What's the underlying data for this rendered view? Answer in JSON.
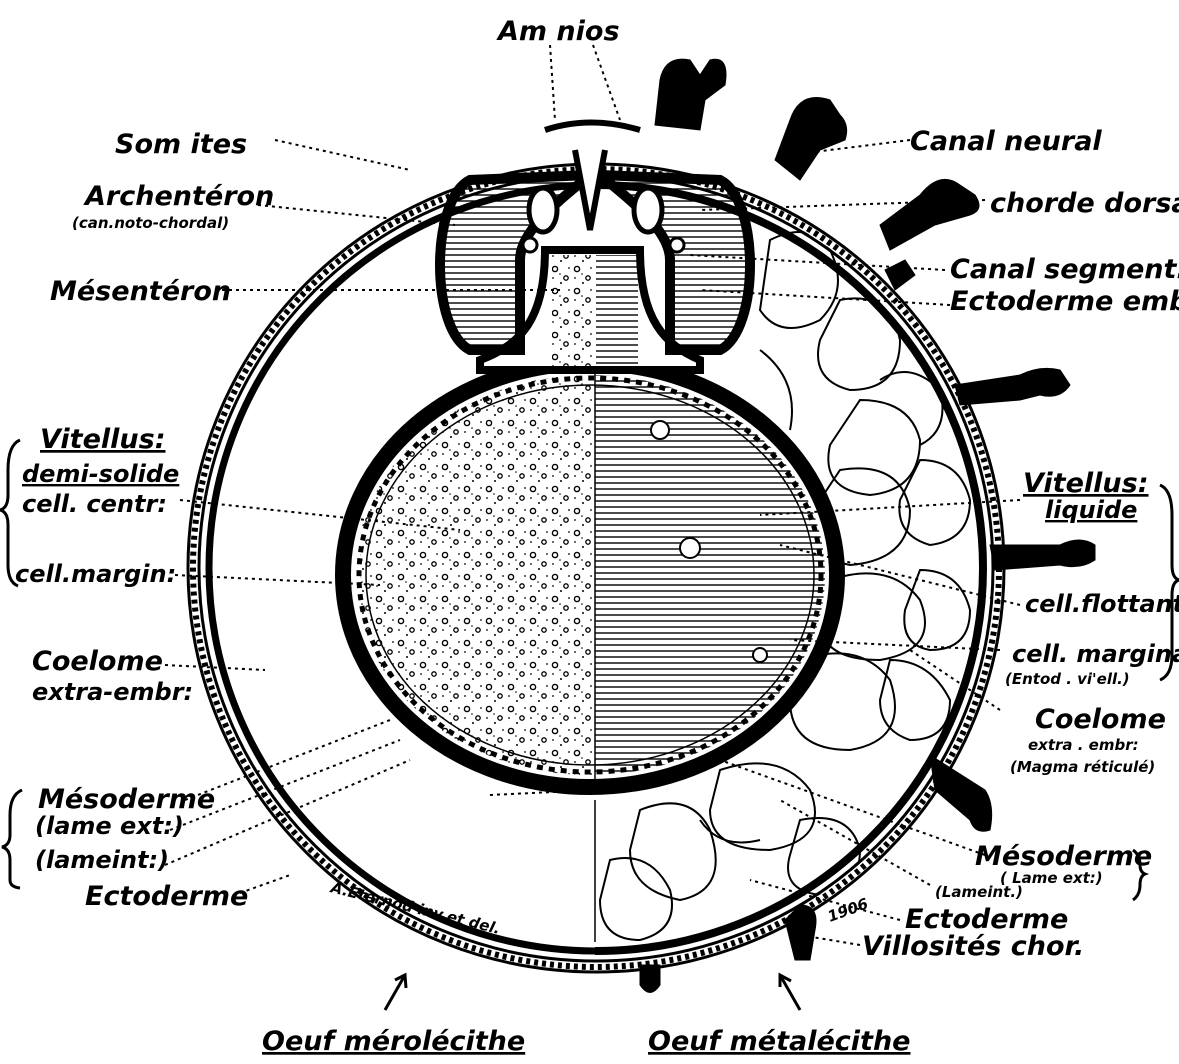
{
  "labels_left": {
    "amnios": "Am nios",
    "somites": "Som    ites",
    "archenteron": "Archentéron",
    "archenteron_sub": "(can.noto-chordal)",
    "mesenteron": "Mésentéron",
    "vitellus_left": "Vitellus:",
    "demi_solide": "demi-solide",
    "cell_centr": "cell. centr:",
    "cell_margin": "cell.margin:",
    "coelome_left": "Coelome",
    "coelome_left_sub": "extra-embr:",
    "mesoderme_left": "Mésoderme",
    "lame_ext_left": "(lame ext:)",
    "lame_int_left": "(lameint:)",
    "ectoderme_left": "Ectoderme"
  },
  "labels_right": {
    "canal_neural": "Canal neural",
    "chorde_dorsale": "chorde dorsale",
    "canal_segment": "Canal segment:",
    "ectoderme_embr": "Ectoderme embr:",
    "vitellus_right": "Vitellus:",
    "liquide": "liquide",
    "cell_flottantes": "cell.flottantes",
    "cell_marginales": "cell. marginales",
    "entod_vitell": "(Entod . vi'ell.)",
    "coelome_right": "Coelome",
    "coelome_right_sub": "extra . embr:",
    "magma": "(Magma réticulé)",
    "mesoderme_right": "Mésoderme",
    "lame_ext_right": "( Lame ext:)",
    "lame_int_right": "(Lameint.)",
    "ectoderme_right": "Ectoderme",
    "villosites": "Villosités chor."
  },
  "bottom": {
    "oeuf_left": "Oeuf mérolécithe",
    "oeuf_right": "Oeuf métalécithe",
    "signature": "A.Eternod inv.et del.",
    "year": "1906"
  }
}
